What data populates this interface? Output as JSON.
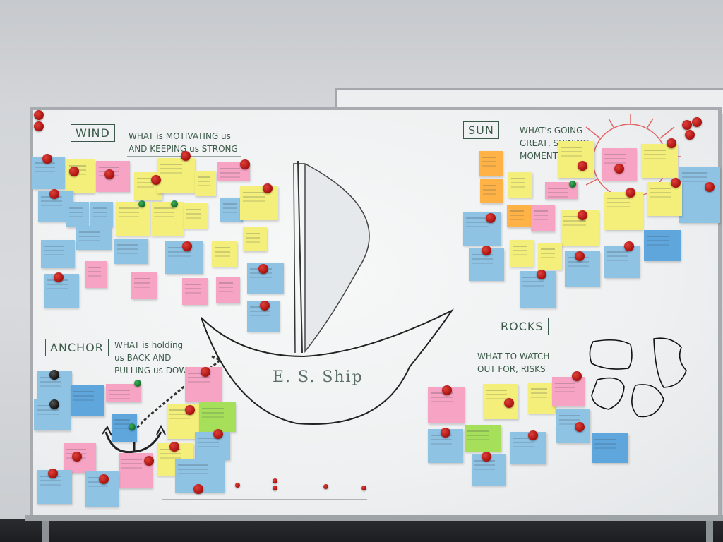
{
  "scene": "Whiteboard retrospective with sticky notes",
  "sections": {
    "wind": {
      "title": "WIND",
      "subtitle": "WHAT is MOTIVATING us\nAND KEEPING us STRONG"
    },
    "sun": {
      "title": "SUN",
      "subtitle": "WHAT's GOING\nGREAT, SHINING\nMOMENTS"
    },
    "anchor": {
      "title": "ANCHOR",
      "subtitle": "WHAT is holding\nus BACK AND\nPULLING us DOWN"
    },
    "rocks": {
      "title": "ROCKS",
      "subtitle": "WHAT TO WATCH\nOUT FOR, RISKS"
    }
  },
  "ship": {
    "label": "E. S. Ship"
  },
  "colors": {
    "yellow": "#f4ef7a",
    "blue": "#8fc3e4",
    "pink": "#f7a3c4",
    "orange": "#ffb347",
    "green": "#a6e05a",
    "magnet": "#c4140f",
    "ink": "#3c5a4a"
  }
}
